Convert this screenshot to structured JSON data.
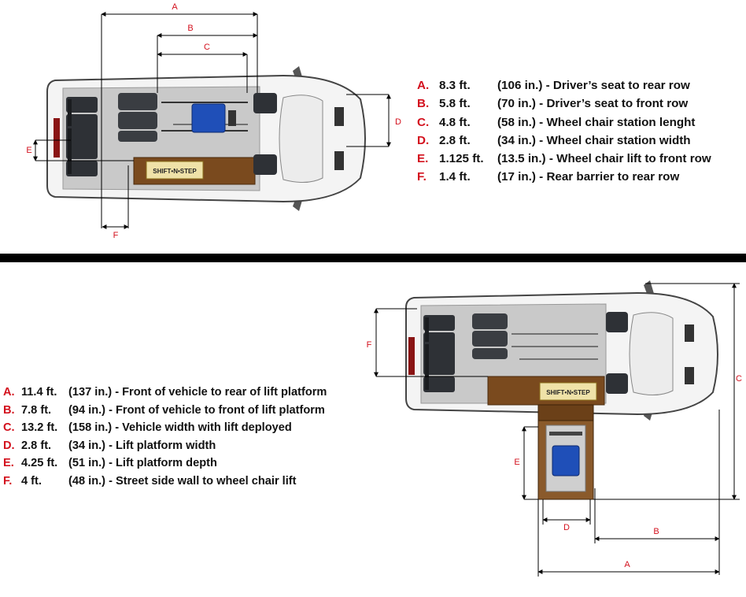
{
  "top_diagram": {
    "dimension_letters": {
      "a": "A",
      "b": "B",
      "c": "C",
      "d": "D",
      "e": "E",
      "f": "F"
    },
    "brand_plate": "SHIFT•N•STEP",
    "legend": [
      {
        "key": "A.",
        "value": "8.3 ft.",
        "text": "(106 in.) - Driver’s seat to rear row"
      },
      {
        "key": "B.",
        "value": "5.8 ft.",
        "text": "(70 in.) - Driver’s seat to front row"
      },
      {
        "key": "C.",
        "value": "4.8 ft.",
        "text": "(58 in.) - Wheel chair station lenght"
      },
      {
        "key": "D.",
        "value": "2.8 ft.",
        "text": "(34 in.) - Wheel chair station width"
      },
      {
        "key": "E.",
        "value": "1.125 ft.",
        "text": "(13.5 in.) - Wheel chair lift to front row"
      },
      {
        "key": "F.",
        "value": "1.4 ft.",
        "text": "(17 in.) - Rear barrier to rear row"
      }
    ]
  },
  "bottom_diagram": {
    "dimension_letters": {
      "a": "A",
      "b": "B",
      "c": "C",
      "d": "D",
      "e": "E",
      "f": "F"
    },
    "brand_plate": "SHIFT•N•STEP",
    "legend": [
      {
        "key": "A.",
        "value": "11.4 ft.",
        "text": "(137 in.) - Front of vehicle to rear of lift platform"
      },
      {
        "key": "B.",
        "value": "7.8 ft.",
        "text": "(94 in.) - Front of vehicle to front of lift platform"
      },
      {
        "key": "C.",
        "value": "13.2 ft.",
        "text": "(158 in.) - Vehicle width with lift deployed"
      },
      {
        "key": "D.",
        "value": "2.8 ft.",
        "text": "(34 in.) - Lift platform width"
      },
      {
        "key": "E.",
        "value": "4.25 ft.",
        "text": "(51 in.) - Lift platform depth"
      },
      {
        "key": "F.",
        "value": "4 ft.",
        "text": "(48 in.) - Street side wall to wheel chair lift"
      }
    ]
  },
  "colors": {
    "accent_red": "#d3101d",
    "divider": "#000000",
    "floor": "#c9c9c9",
    "seat": "#2e3136",
    "wheelchair": "#1f4fb8",
    "lift_wood": "#7a4a1e"
  }
}
